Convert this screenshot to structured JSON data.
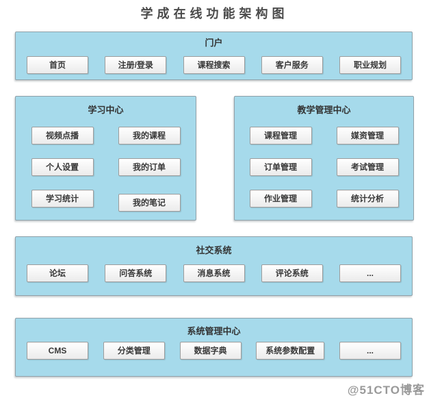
{
  "title": "学成在线功能架构图",
  "watermark": "@51CTO博客",
  "colors": {
    "section_bg": "#a6daeb",
    "section_border": "#8fa0a8",
    "box_bg": "#ffffff",
    "box_border": "#9c9c9c",
    "text": "#333333",
    "watermark_text": "#999999"
  },
  "sections": [
    {
      "id": "portal",
      "label": "门户",
      "layout": "row",
      "items": [
        "首页",
        "注册/登录",
        "课程搜索",
        "客户服务",
        "职业规划"
      ]
    },
    {
      "id": "learning-center",
      "label": "学习中心",
      "layout": "grid",
      "items": [
        "视频点播",
        "我的课程",
        "个人设置",
        "我的订单",
        "学习统计",
        "我的笔记"
      ]
    },
    {
      "id": "teaching-management-center",
      "label": "教学管理中心",
      "layout": "grid",
      "items": [
        "课程管理",
        "媒资管理",
        "订单管理",
        "考试管理",
        "作业管理",
        "统计分析"
      ]
    },
    {
      "id": "social-system",
      "label": "社交系统",
      "layout": "row",
      "items": [
        "论坛",
        "问答系统",
        "消息系统",
        "评论系统",
        "..."
      ]
    },
    {
      "id": "system-management-center",
      "label": "系统管理中心",
      "layout": "row",
      "items": [
        "CMS",
        "分类管理",
        "数据字典",
        "系统参数配置",
        "..."
      ]
    }
  ]
}
